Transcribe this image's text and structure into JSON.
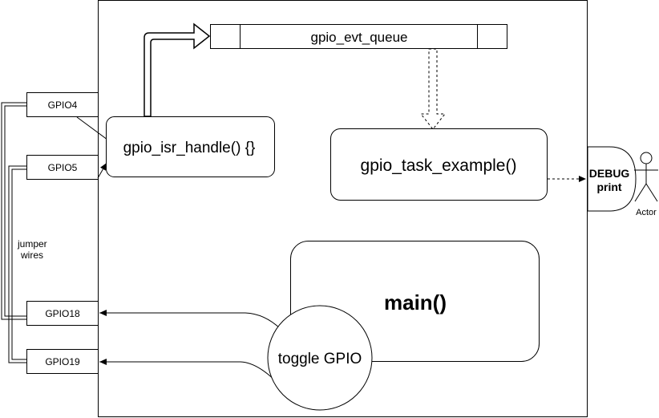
{
  "diagram": {
    "gpio_pins": {
      "gpio4": "GPIO4",
      "gpio5": "GPIO5",
      "gpio18": "GPIO18",
      "gpio19": "GPIO19"
    },
    "jumper_label": [
      "jumper",
      "wires"
    ],
    "queue_label": "gpio_evt_queue",
    "isr_label": "gpio_isr_handle() {}",
    "task_label": "gpio_task_example()",
    "main_label": "main()",
    "toggle_label": "toggle GPIO",
    "debug_label": [
      "DEBUG",
      "print"
    ],
    "actor_label": "Actor",
    "colors": {
      "stroke": "#000000",
      "fill": "#ffffff"
    }
  }
}
